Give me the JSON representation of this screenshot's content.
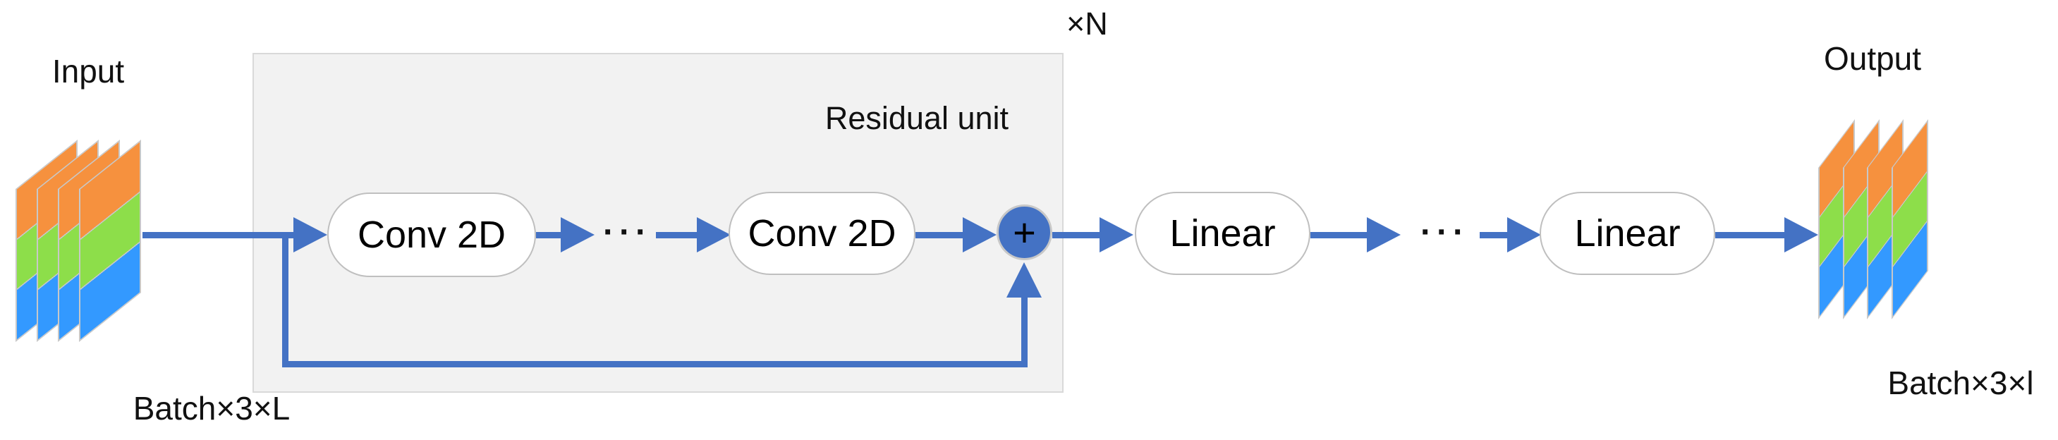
{
  "diagram": {
    "input": {
      "label": "Input",
      "shape": "Batch×3×L"
    },
    "output": {
      "label": "Output",
      "shape": "Batch×3×l"
    },
    "residual_unit": {
      "title": "Residual unit",
      "repeat_label": "×N",
      "conv_block_1": "Conv 2D",
      "conv_block_2": "Conv 2D",
      "ellipsis": "···",
      "sum_symbol": "+"
    },
    "linear_block_1": "Linear",
    "linear_block_2": "Linear",
    "ellipsis_linear": "···",
    "tensor_stack_panel_count": 4,
    "tensor_bands": [
      "orange",
      "green",
      "blue"
    ],
    "colors": {
      "arrow-blue": "#4472C4",
      "sum-node-fill": "#4472C4",
      "band-orange": "#F6913E",
      "band-green": "#8DDE4A",
      "band-blue": "#3399FF",
      "panel-border": "#C8C8C8",
      "box-fill": "#F2F2F2",
      "box-border": "#D9D9D9",
      "pill-border": "#BFBFBF"
    }
  }
}
